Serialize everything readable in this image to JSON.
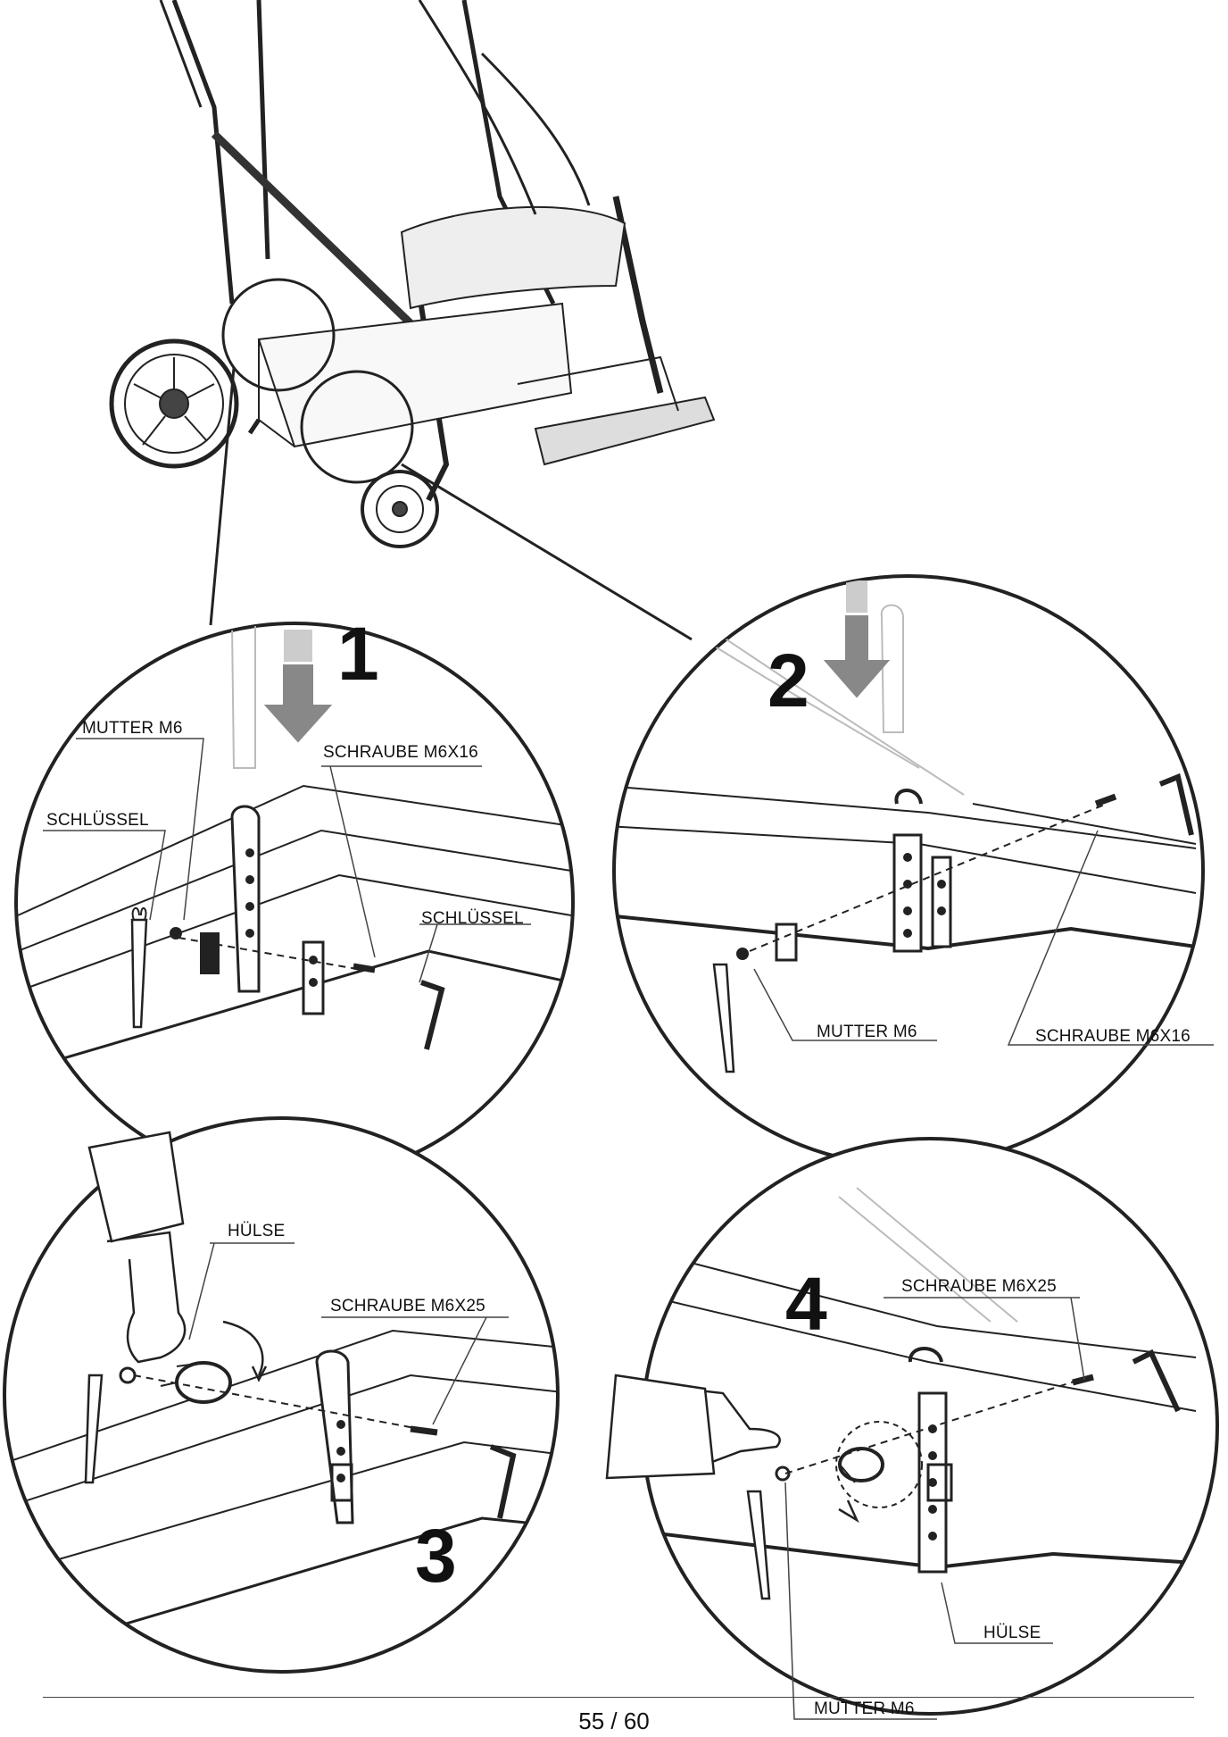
{
  "labels": {
    "mutter_m6": "MUTTER M6",
    "schraube_m6x16": "SCHRAUBE M6X16",
    "schraube_m6x25": "SCHRAUBE M6X25",
    "schluessel": "SCHLÜSSEL",
    "huelse": "HÜLSE"
  },
  "steps": [
    "1",
    "2",
    "3",
    "4"
  ],
  "footer": {
    "page": "55 / 60"
  }
}
